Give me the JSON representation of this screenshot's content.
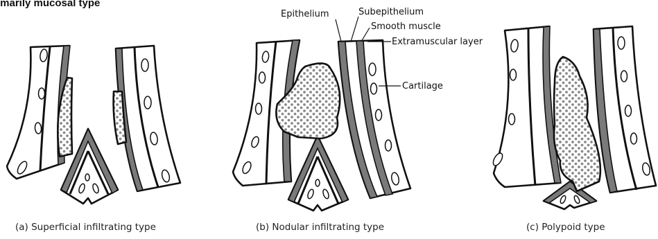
{
  "header_fragment": "imarily mucosal type",
  "labels": {
    "epithelium": "Epithelium",
    "subepithelium": "Subepithelium",
    "smooth_muscle": "Smooth muscle",
    "extramuscular": "Extramuscular layer",
    "cartilage": "Cartilage"
  },
  "captions": {
    "a": "(a) Superficial infiltrating type",
    "b": "(b) Nodular infiltrating type",
    "c": "(c) Polypoid type"
  },
  "colors": {
    "band": "#7a7a7a",
    "outline": "#111111",
    "tumor_dot": "#8a8a8a"
  }
}
